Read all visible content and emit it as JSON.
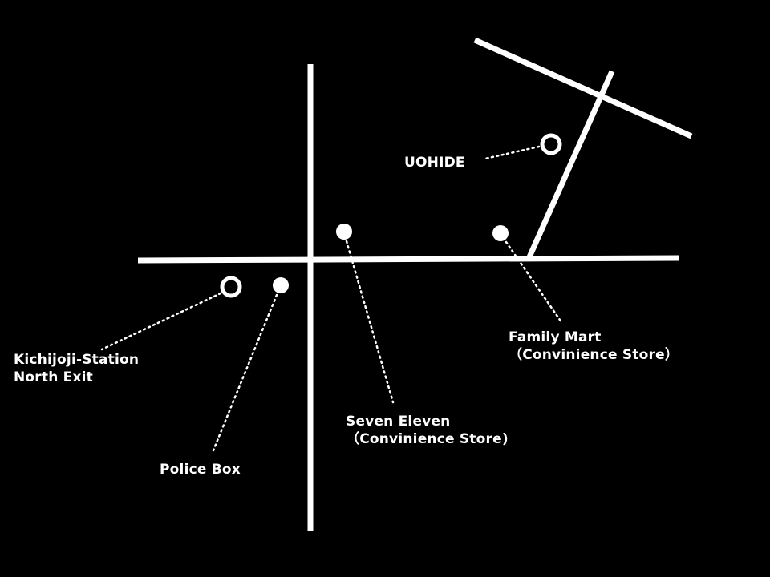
{
  "map": {
    "background_color": "#000000",
    "foreground_color": "#ffffff",
    "landmarks": {
      "uohide": {
        "name": "UOHIDE",
        "marker": "ring"
      },
      "station": {
        "line1": "Kichijoji-Station",
        "line2": "North Exit",
        "marker": "ring"
      },
      "police": {
        "name": "Police Box",
        "marker": "dot"
      },
      "seven": {
        "line1": "Seven Eleven",
        "line2": "（Convinience Store)",
        "marker": "dot"
      },
      "family": {
        "line1": "Family Mart",
        "line2": "（Convinience Store）",
        "marker": "dot"
      }
    }
  }
}
